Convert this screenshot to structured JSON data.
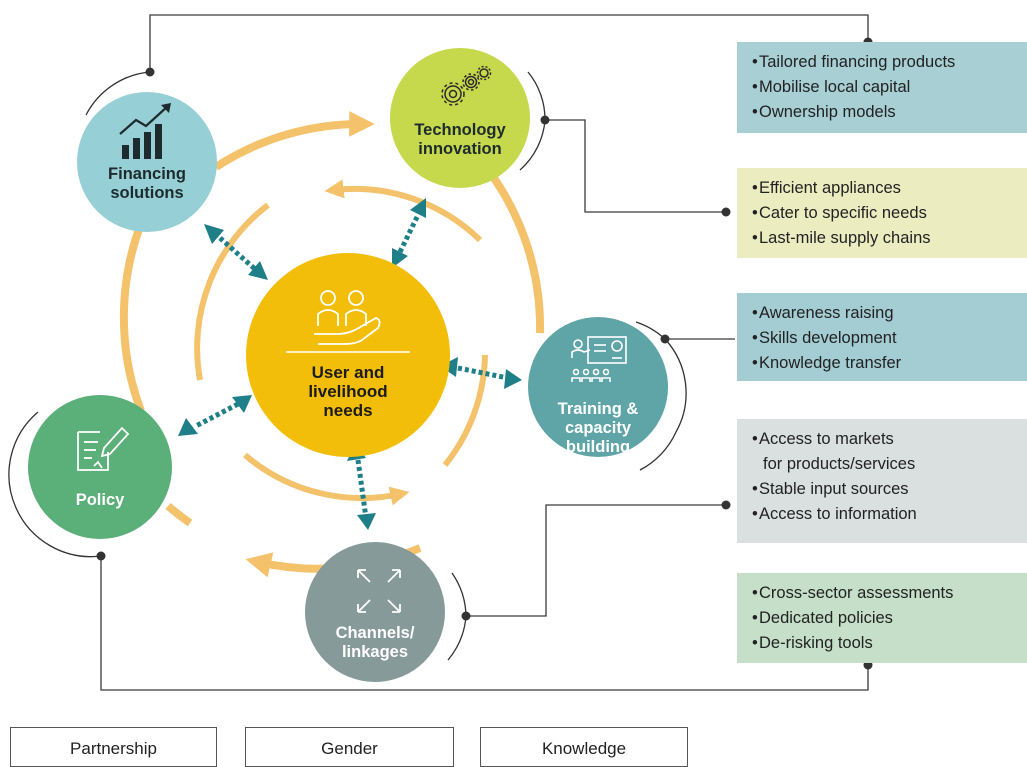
{
  "colors": {
    "arrow_orange": "#F4C26B",
    "financing": "#96CFD5",
    "technology": "#C6D84B",
    "user": "#F2BE0A",
    "training": "#5FA5A7",
    "policy": "#5BAF78",
    "channels": "#879A9A",
    "teal_arrow": "#1F7F89"
  },
  "nodes": {
    "financing": "Financing\nsolutions",
    "technology": "Technology\ninnovation",
    "user": "User and\nlivelihood\nneeds",
    "training": "Training &\ncapacity\nbuilding",
    "policy": "Policy",
    "channels": "Channels/\nlinkages"
  },
  "boxes": {
    "financing": {
      "color": "#A7CFD4",
      "items": [
        "Tailored financing products",
        "Mobilise local capital",
        "Ownership models"
      ]
    },
    "technology": {
      "color": "#EBEDC1",
      "items": [
        "Efficient appliances",
        "Cater to specific needs",
        "Last-mile supply chains"
      ]
    },
    "training": {
      "color": "#A4CCD3",
      "items": [
        "Awareness raising",
        "Skills development",
        "Knowledge transfer"
      ]
    },
    "channels": {
      "color": "#DADFDF",
      "items": [
        "Access to markets",
        "Stable input sources",
        "Access to information"
      ],
      "continuation": "for products/services"
    },
    "policy": {
      "color": "#C5DFC8",
      "items": [
        "Cross-sector assessments",
        "Dedicated policies",
        "De-risking tools"
      ]
    }
  },
  "tags": [
    "Partnership",
    "Gender",
    "Knowledge"
  ]
}
